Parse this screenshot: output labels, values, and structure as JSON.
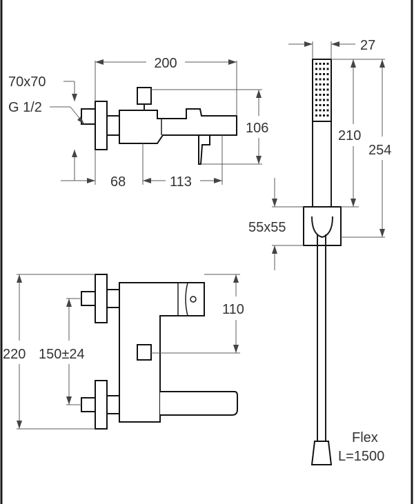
{
  "colors": {
    "background": "#ffffff",
    "line": "#1a1a1a",
    "dimension": "#5a5a5a",
    "text": "#333333"
  },
  "dimensions": {
    "width_total": "200",
    "flange": "70x70",
    "thread": "G 1/2",
    "height_spout": "106",
    "wall_to_body": "68",
    "body_to_spout": "113",
    "shower_width": "27",
    "shower_handle_length": "210",
    "shower_total_length": "254",
    "holder_size": "55x55",
    "front_top": "110",
    "front_total": "220",
    "inlet_spacing": "150±24"
  },
  "hose": {
    "label": "Flex",
    "length": "L=1500"
  }
}
